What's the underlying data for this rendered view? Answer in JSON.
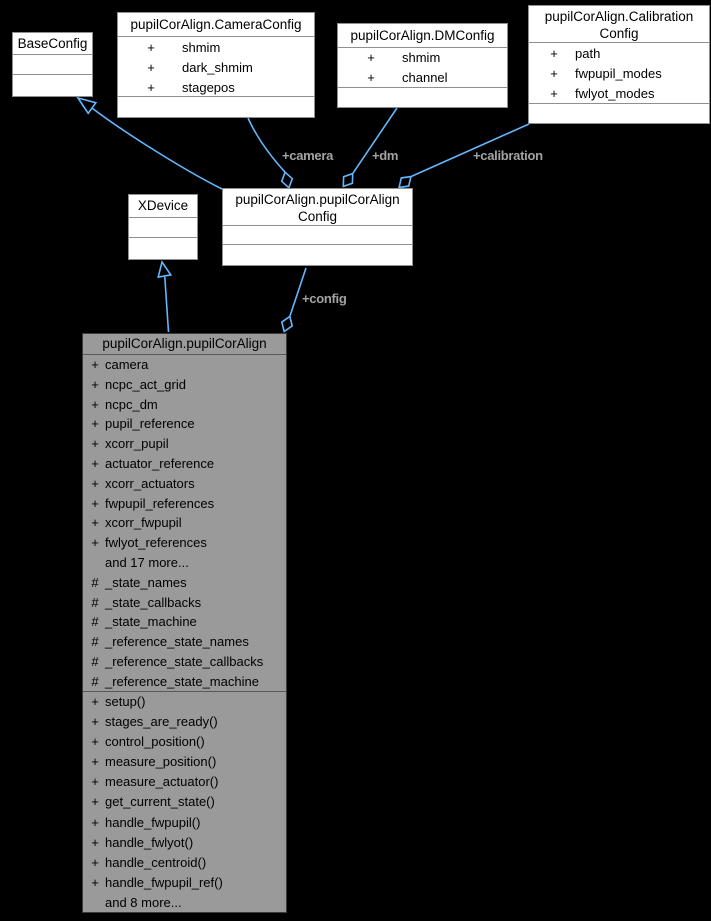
{
  "colors": {
    "background": "#000000",
    "edge": "#63b8ff",
    "edge_label": "#a3a3a3",
    "node_fill": "#ffffff",
    "node_border": "#8f8f8f",
    "main_fill": "#9a9a9a",
    "main_border": "#3c3c3c"
  },
  "nodes": {
    "base_config": {
      "title": "BaseConfig"
    },
    "camera_config": {
      "title": "pupilCorAlign.CameraConfig",
      "attrs": [
        {
          "m": "+",
          "t": "shmim"
        },
        {
          "m": "+",
          "t": "dark_shmim"
        },
        {
          "m": "+",
          "t": "stagepos"
        }
      ]
    },
    "dm_config": {
      "title": "pupilCorAlign.DMConfig",
      "attrs": [
        {
          "m": "+",
          "t": "shmim"
        },
        {
          "m": "+",
          "t": "channel"
        }
      ]
    },
    "calibration_config": {
      "title_line1": "pupilCorAlign.Calibration",
      "title_line2": "Config",
      "attrs": [
        {
          "m": "+",
          "t": "path"
        },
        {
          "m": "+",
          "t": "fwpupil_modes"
        },
        {
          "m": "+",
          "t": "fwlyot_modes"
        }
      ]
    },
    "xdevice": {
      "title": "XDevice"
    },
    "align_config": {
      "title_line1": "pupilCorAlign.pupilCorAlign",
      "title_line2": "Config"
    },
    "align": {
      "title": "pupilCorAlign.pupilCorAlign",
      "attrs": [
        {
          "m": "+",
          "t": "camera"
        },
        {
          "m": "+",
          "t": "ncpc_act_grid"
        },
        {
          "m": "+",
          "t": "ncpc_dm"
        },
        {
          "m": "+",
          "t": "pupil_reference"
        },
        {
          "m": "+",
          "t": "xcorr_pupil"
        },
        {
          "m": "+",
          "t": "actuator_reference"
        },
        {
          "m": "+",
          "t": "xcorr_actuators"
        },
        {
          "m": "+",
          "t": "fwpupil_references"
        },
        {
          "m": "+",
          "t": "xcorr_fwpupil"
        },
        {
          "m": "+",
          "t": "fwlyot_references"
        },
        {
          "m": "",
          "t": "and 17 more..."
        },
        {
          "m": "#",
          "t": "_state_names"
        },
        {
          "m": "#",
          "t": "_state_callbacks"
        },
        {
          "m": "#",
          "t": "_state_machine"
        },
        {
          "m": "#",
          "t": "_reference_state_names"
        },
        {
          "m": "#",
          "t": "_reference_state_callbacks"
        },
        {
          "m": "#",
          "t": "_reference_state_machine"
        }
      ],
      "methods": [
        {
          "m": "+",
          "t": "setup()"
        },
        {
          "m": "+",
          "t": "stages_are_ready()"
        },
        {
          "m": "+",
          "t": "control_position()"
        },
        {
          "m": "+",
          "t": "measure_position()"
        },
        {
          "m": "+",
          "t": "measure_actuator()"
        },
        {
          "m": "+",
          "t": "get_current_state()"
        },
        {
          "m": "+",
          "t": "handle_fwpupil()"
        },
        {
          "m": "+",
          "t": "handle_fwlyot()"
        },
        {
          "m": "+",
          "t": "handle_centroid()"
        },
        {
          "m": "+",
          "t": "handle_fwpupil_ref()"
        },
        {
          "m": "",
          "t": "and 8 more..."
        }
      ]
    }
  },
  "edge_labels": {
    "camera": "+camera",
    "dm": "+dm",
    "calibration": "+calibration",
    "config": "+config"
  }
}
